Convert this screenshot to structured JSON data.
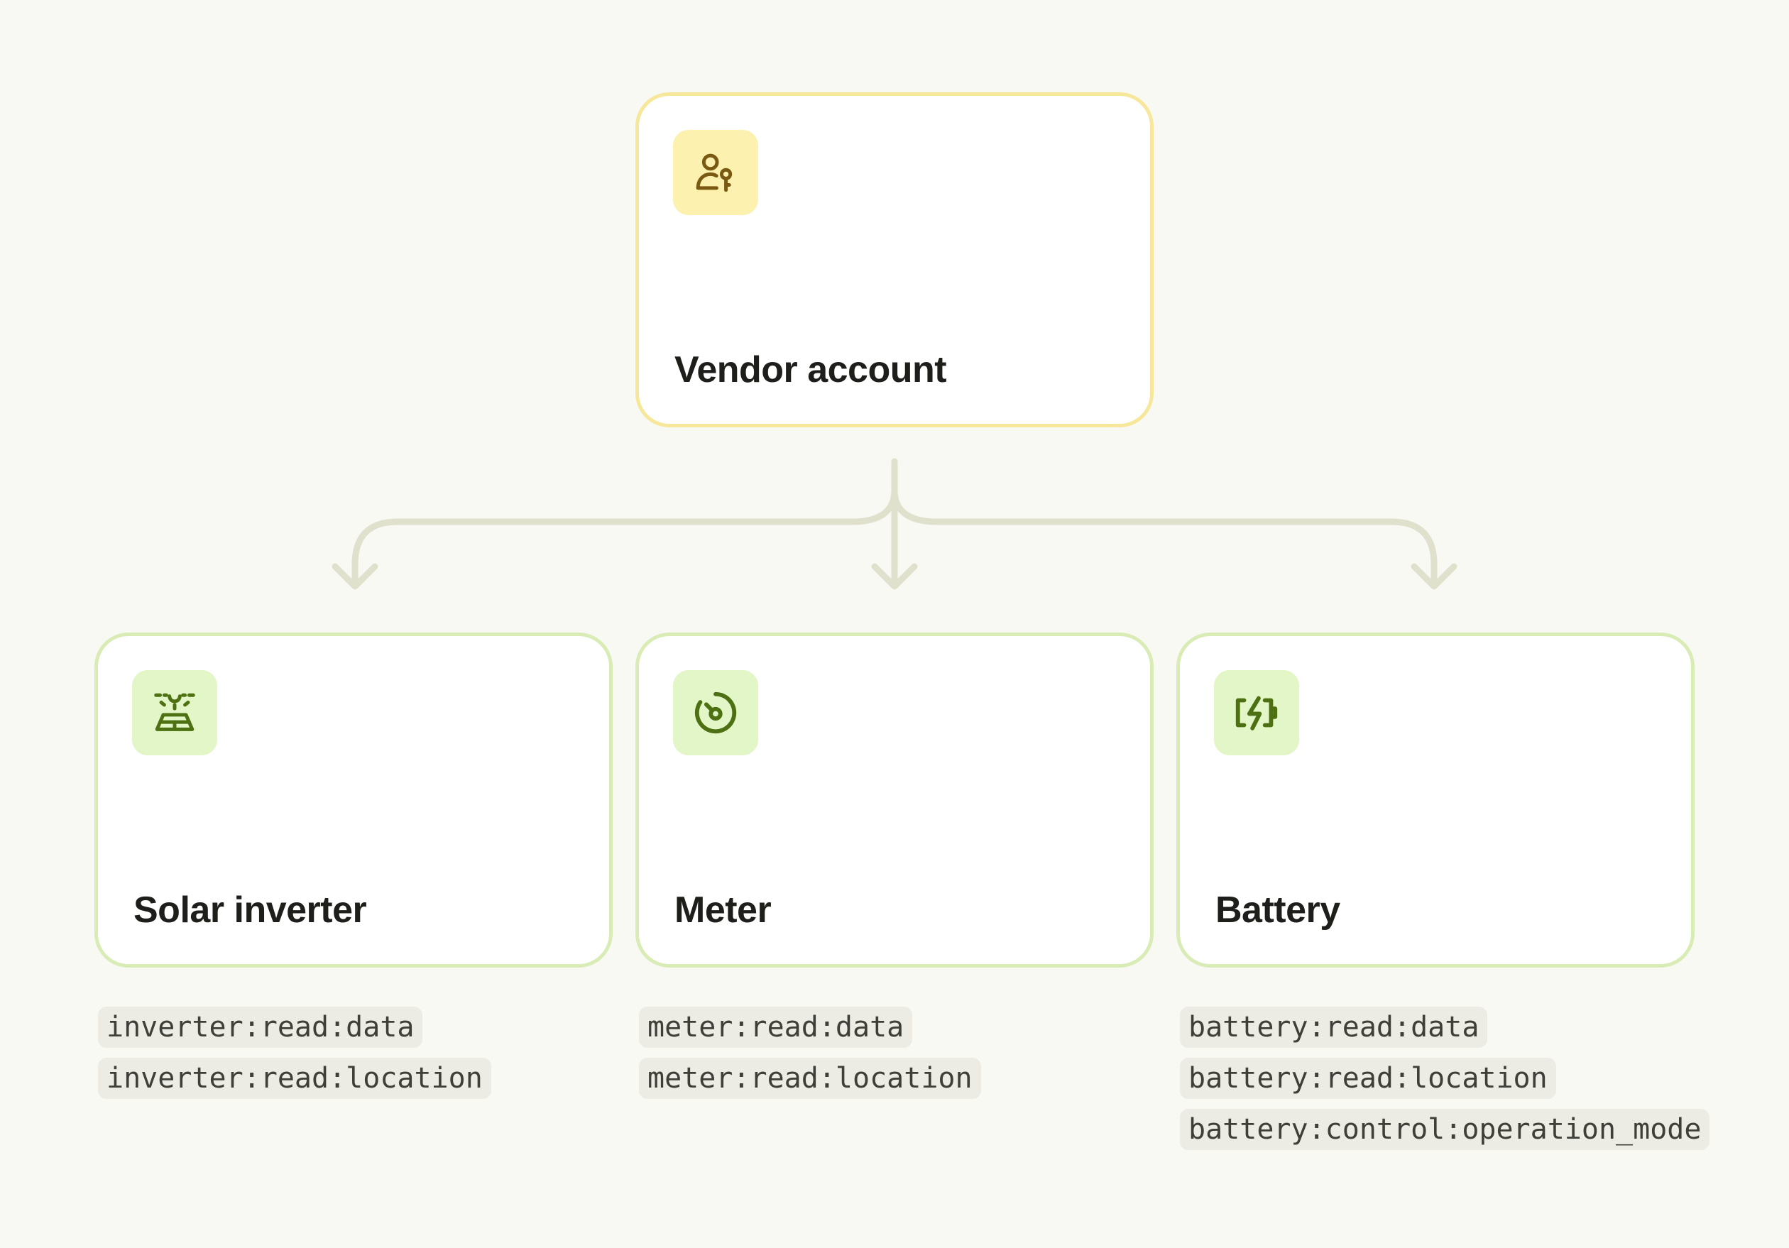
{
  "root": {
    "label": "Vendor account",
    "icon": "user-key-icon"
  },
  "children": [
    {
      "label": "Solar inverter",
      "icon": "solar-panel-icon",
      "scopes": [
        "inverter:read:data",
        "inverter:read:location"
      ]
    },
    {
      "label": "Meter",
      "icon": "meter-dial-icon",
      "scopes": [
        "meter:read:data",
        "meter:read:location"
      ]
    },
    {
      "label": "Battery",
      "icon": "battery-charging-icon",
      "scopes": [
        "battery:read:data",
        "battery:read:location",
        "battery:control:operation_mode"
      ]
    }
  ],
  "colors": {
    "background": "#f9f9f4",
    "root_border": "#f7e79a",
    "root_icon_bg": "#fcf1ae",
    "root_icon_fg": "#7a5a12",
    "child_border": "#d9ecb6",
    "child_icon_bg": "#e3f6c8",
    "child_icon_fg": "#4d7012",
    "connector": "#dfe1cd",
    "scope_bg": "#ecece4"
  }
}
